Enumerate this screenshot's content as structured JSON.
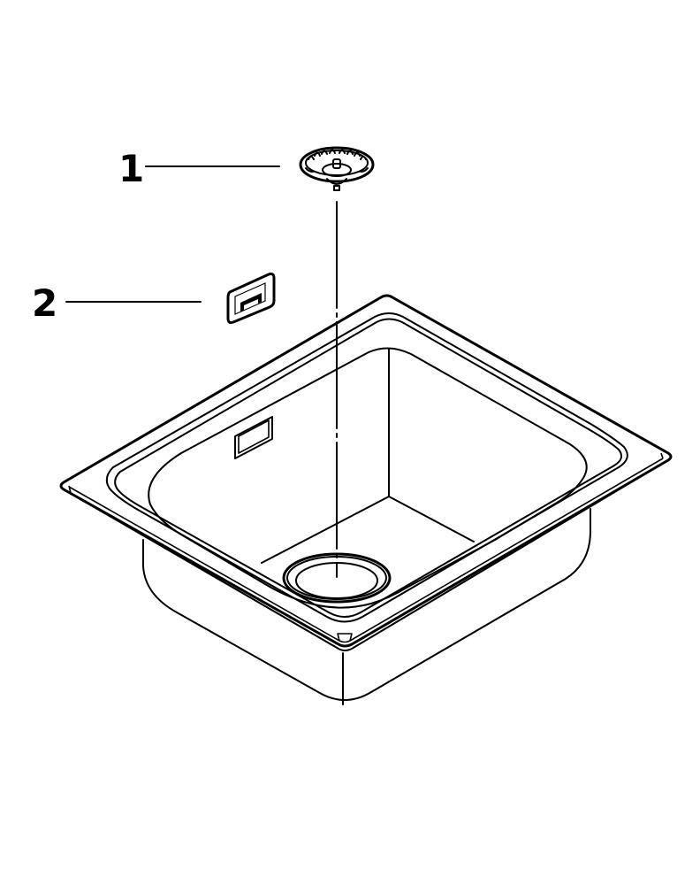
{
  "diagram": {
    "type": "exploded-parts-view",
    "subject": "single bowl inset kitchen sink",
    "callouts": [
      {
        "number": "1",
        "part": "strainer basket",
        "icon": "strainer-basket-icon"
      },
      {
        "number": "2",
        "part": "overflow cover",
        "icon": "overflow-cover-icon"
      }
    ],
    "colors": {
      "line": "#000000",
      "background": "#ffffff"
    }
  }
}
